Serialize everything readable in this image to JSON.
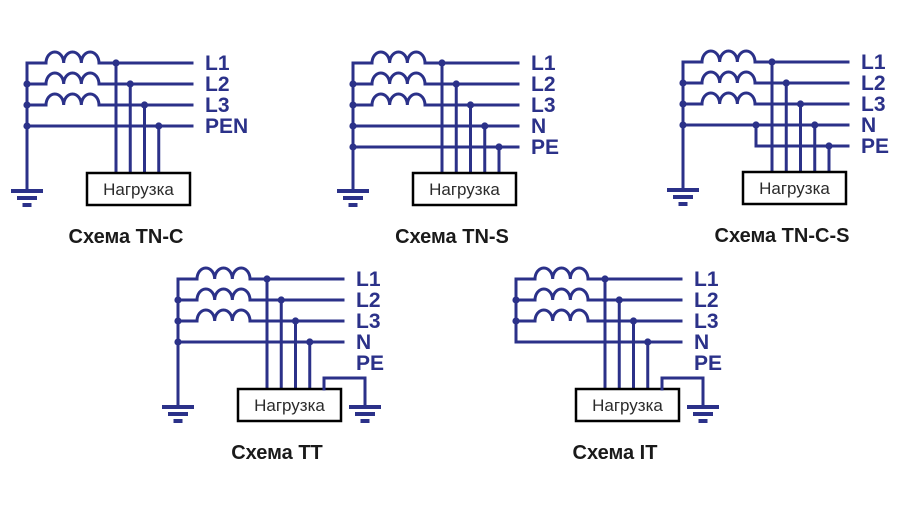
{
  "figure": {
    "background": "#ffffff"
  },
  "colors": {
    "wire": "#2b3189",
    "label_text": "#2b3189",
    "title_text": "#1a1a1a",
    "load_box_border": "#000000",
    "load_box_fill": "#ffffff",
    "load_text": "#2b2b2b"
  },
  "diagrams": [
    {
      "id": "tn-c",
      "title": "Схема TN-C",
      "load_label": "Нагрузка",
      "source_grounded": true,
      "local_load_ground": false,
      "lines": [
        {
          "label": "L1",
          "coil": true
        },
        {
          "label": "L2",
          "coil": true
        },
        {
          "label": "L3",
          "coil": true
        },
        {
          "label": "PEN"
        }
      ]
    },
    {
      "id": "tn-s",
      "title": "Схема TN-S",
      "load_label": "Нагрузка",
      "source_grounded": true,
      "local_load_ground": false,
      "lines": [
        {
          "label": "L1",
          "coil": true
        },
        {
          "label": "L2",
          "coil": true
        },
        {
          "label": "L3",
          "coil": true
        },
        {
          "label": "N"
        },
        {
          "label": "PE"
        }
      ]
    },
    {
      "id": "tn-c-s",
      "title": "Схема TN-C-S",
      "load_label": "Нагрузка",
      "source_grounded": true,
      "local_load_ground": false,
      "lines": [
        {
          "label": "L1",
          "coil": true
        },
        {
          "label": "L2",
          "coil": true
        },
        {
          "label": "L3",
          "coil": true
        },
        {
          "label": "N"
        },
        {
          "label": "PE",
          "branch_from_previous": true
        }
      ]
    },
    {
      "id": "tt",
      "title": "Схема TT",
      "load_label": "Нагрузка",
      "source_grounded": true,
      "local_load_ground": true,
      "lines": [
        {
          "label": "L1",
          "coil": true
        },
        {
          "label": "L2",
          "coil": true
        },
        {
          "label": "L3",
          "coil": true
        },
        {
          "label": "N"
        },
        {
          "label": "PE",
          "label_only": true
        }
      ]
    },
    {
      "id": "it",
      "title": "Схема IT",
      "load_label": "Нагрузка",
      "source_grounded": false,
      "local_load_ground": true,
      "lines": [
        {
          "label": "L1",
          "coil": true
        },
        {
          "label": "L2",
          "coil": true
        },
        {
          "label": "L3",
          "coil": true
        },
        {
          "label": "N"
        },
        {
          "label": "PE",
          "label_only": true
        }
      ]
    }
  ]
}
